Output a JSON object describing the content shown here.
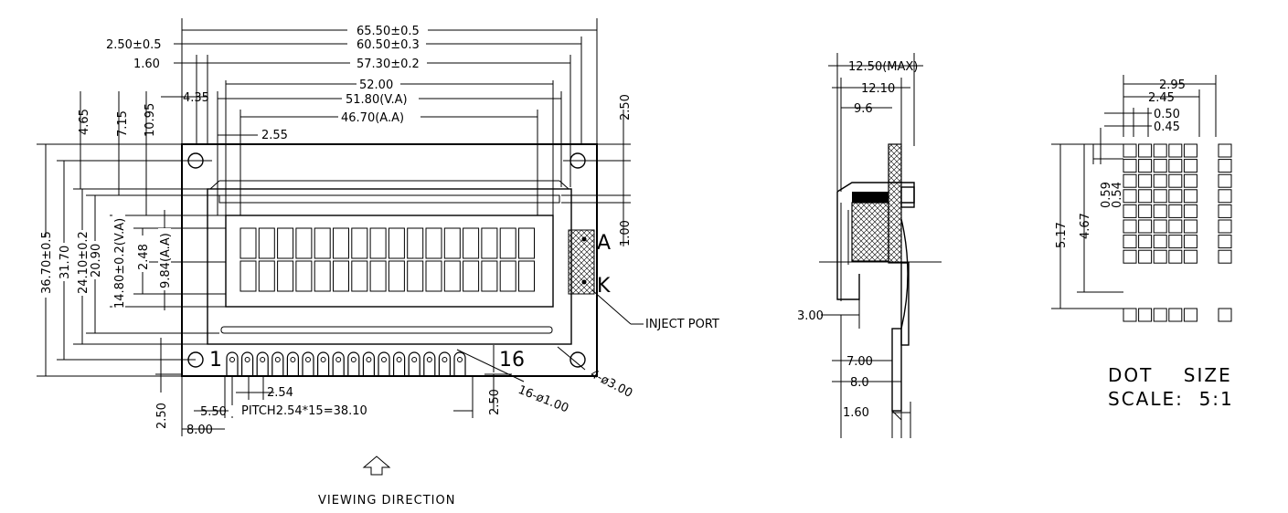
{
  "front_view": {
    "dims_horizontal": {
      "overall_width": "65.50±0.5",
      "pcb_width": "60.50±0.3",
      "bezel_width": "57.30±0.2",
      "view_width": "52.00",
      "va_width": "51.80(V.A)",
      "aa_width": "46.70(A.A)",
      "left_edge_tol": "2.50±0.5",
      "left_pcb_offset": "1.60",
      "left_va_offset": "4.35",
      "left_aa_offset": "2.55",
      "pitch_total": "PITCH2.54*15=38.10",
      "pitch": "2.54",
      "pin1_offset": "5.50",
      "hole_offset": "8.00"
    },
    "dims_vertical": {
      "overall_height": "36.70±0.5",
      "pcb_height": "31.70",
      "bezel_height": "24.10±0.2",
      "view_height": "20.90",
      "va_height": "14.80±0.2(V.A)",
      "aa_height": "9.84(A.A)",
      "row_gap": "2.48",
      "top_offset_1": "4.65",
      "top_offset_2": "7.15",
      "top_offset_3": "10.95",
      "right_top_offset": "2.50",
      "right_gap": "1.00",
      "bottom_left_offset": "2.50",
      "bottom_right_offset": "2.50"
    },
    "pin_first": "1",
    "pin_last": "16",
    "pin_hole": "16-ø1.00",
    "mount_hole": "4-ø3.00",
    "led_anode": "A",
    "led_cathode": "K",
    "inject_port": "INJECT PORT",
    "viewing_direction": "VIEWING DIRECTION",
    "rows": 2,
    "cols": 16
  },
  "side_view": {
    "max_thickness": "12.50(MAX)",
    "thickness_1": "12.10",
    "thickness_2": "9.6",
    "bezel_depth": "3.00",
    "pin_length": "7.00",
    "pin_total": "8.0",
    "pcb_thickness": "1.60"
  },
  "dot_view": {
    "char_width": "2.95",
    "dot_pitch_w": "2.45",
    "dot_w1": "0.50",
    "dot_w2": "0.45",
    "char_height": "5.17",
    "dot_pitch_h": "4.67",
    "dot_h1": "0.59",
    "dot_h2": "0.54",
    "caption_1": "DOT    SIZE",
    "caption_2": "SCALE:  5:1",
    "dot_cols": 5,
    "dot_rows": 8
  }
}
